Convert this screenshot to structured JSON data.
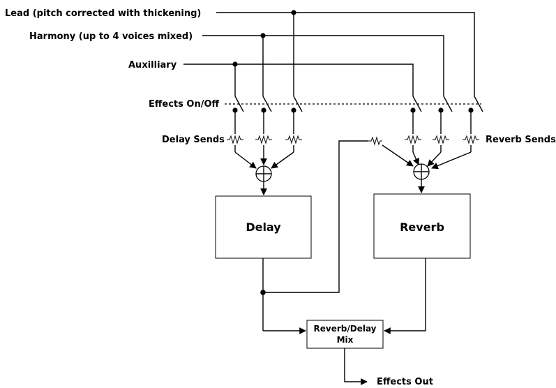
{
  "inputs": {
    "lead": "Lead (pitch corrected with thickening)",
    "harmony": "Harmony (up to 4 voices mixed)",
    "auxiliary": "Auxilliary"
  },
  "effects_switch_label": "Effects On/Off",
  "delay_sends_label": "Delay Sends",
  "reverb_sends_label": "Reverb Sends",
  "blocks": {
    "delay": "Delay",
    "reverb": "Reverb",
    "mix_line1": "Reverb/Delay",
    "mix_line2": "Mix"
  },
  "output_label": "Effects Out"
}
